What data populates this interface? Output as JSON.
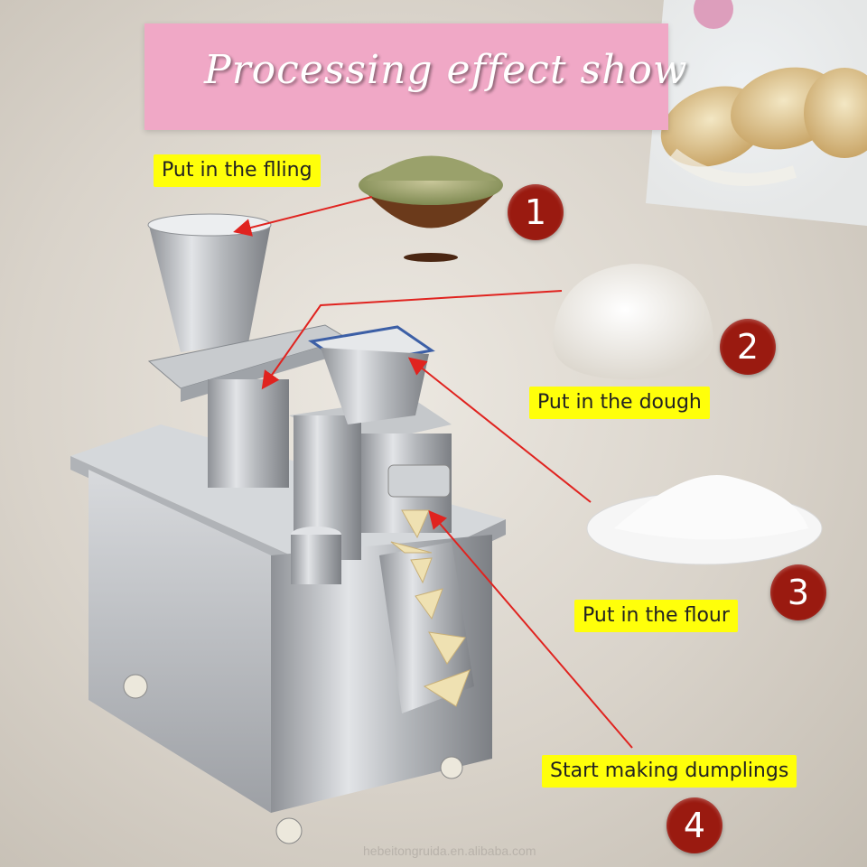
{
  "banner": {
    "title": "Processing effect show"
  },
  "steps": [
    {
      "number": "1",
      "label": "Put in the flling"
    },
    {
      "number": "2",
      "label": "Put in the dough"
    },
    {
      "number": "3",
      "label": "Put in the flour"
    },
    {
      "number": "4",
      "label": "Start making dumplings"
    }
  ],
  "watermark": "hebeitongruida.en.alibaba.com",
  "colors": {
    "banner": "#f0a8c6",
    "label_bg": "#ffff0a",
    "step_circle": "#9a1a10",
    "arrow": "#e0231f"
  }
}
